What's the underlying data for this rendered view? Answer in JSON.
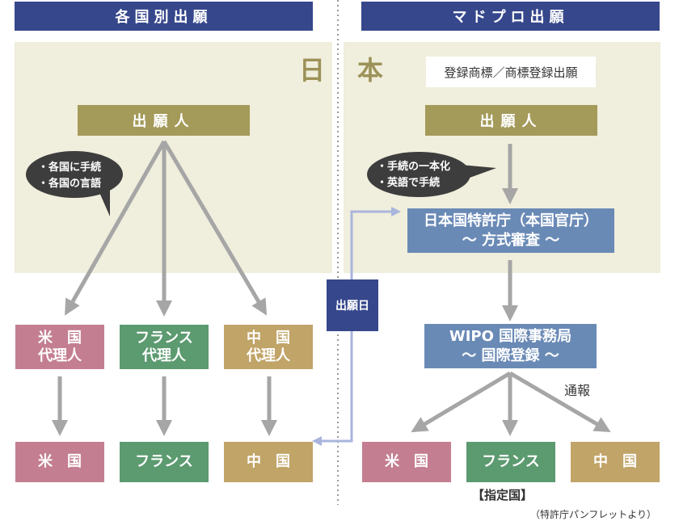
{
  "left": {
    "header": "各国別出願",
    "applicant": "出願人",
    "bubble": [
      "・各国に手続",
      "・各国の言語"
    ],
    "agents": [
      "米　国\n代理人",
      "フランス\n代理人",
      "中　国\n代理人"
    ],
    "countries": [
      "米　国",
      "フランス",
      "中　国"
    ]
  },
  "right": {
    "header": "マドプロ出願",
    "note": "登録商標／商標登録出願",
    "applicant": "出願人",
    "bubble": [
      "・手続の一本化",
      "・英語で手続"
    ],
    "office_line1": "日本国特許庁（本国官庁）",
    "office_line2": "～ 方式審査 ～",
    "wipo_line1": "WIPO 国際事務局",
    "wipo_line2": "～ 国際登録 ～",
    "notify": "通報",
    "countries": [
      "米　国",
      "フランス",
      "中　国"
    ],
    "designated": "【指定国】"
  },
  "japan_label": "日　本",
  "filing_date": "出願日",
  "source": "（特許庁パンフレットより）",
  "colors": {
    "header": "#36478c",
    "japan_area": "#f0eedc",
    "olive": "#a49a5a",
    "office_blue": "#6a8ab6",
    "us": "#c47e91",
    "france": "#5c9a70",
    "china": "#c1a468",
    "arrow": "#a6a6a6",
    "link_arrow": "#a9b5dc"
  }
}
